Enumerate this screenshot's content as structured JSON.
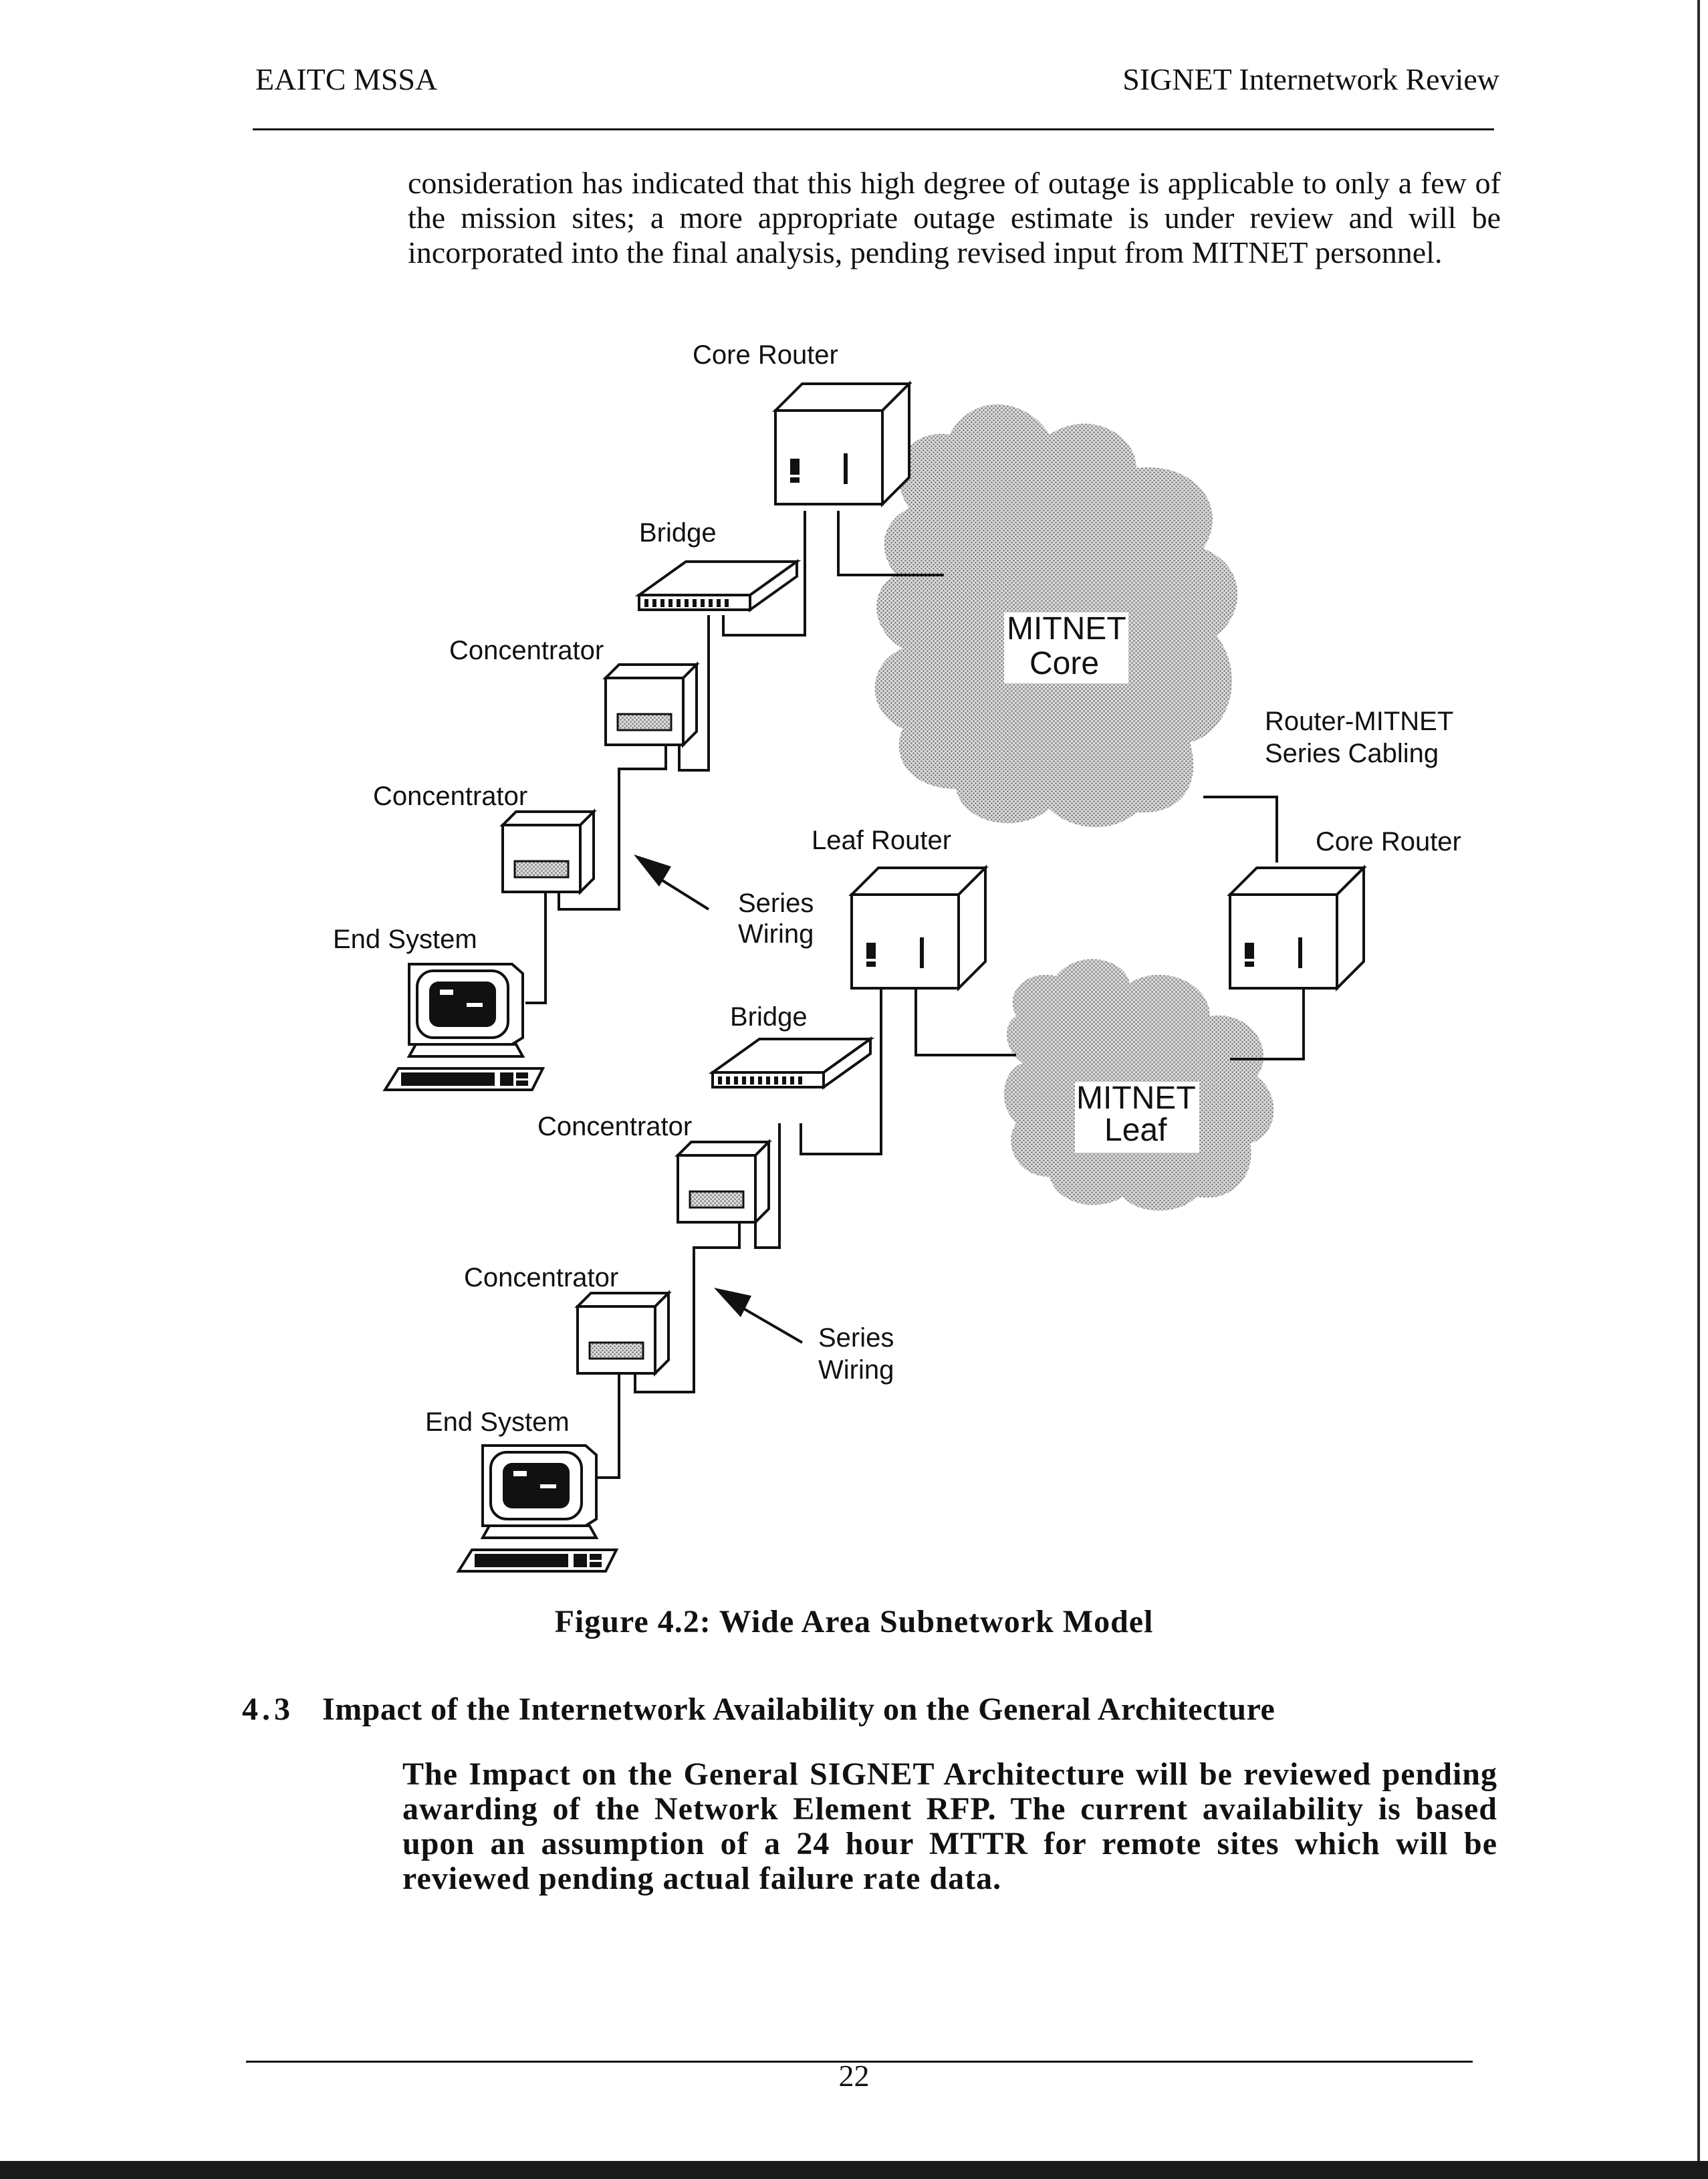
{
  "header": {
    "left": "EAITC MSSA",
    "right": "SIGNET Internetwork Review"
  },
  "intro_paragraph": "consideration has indicated that this high degree of outage is applicable to only a few of the mission sites; a more appropriate outage estimate is under review and will be incorporated into the final analysis, pending revised input from MITNET personnel.",
  "figure": {
    "labels": {
      "core_router_top": "Core Router",
      "bridge_upper": "Bridge",
      "concentrator_1": "Concentrator",
      "concentrator_2": "Concentrator",
      "end_system_upper": "End System",
      "series_wiring_upper_1": "Series",
      "series_wiring_upper_2": "Wiring",
      "mitnet_core_1": "MITNET",
      "mitnet_core_2": "Core",
      "router_mitnet_cabling_1": "Router-MITNET",
      "router_mitnet_cabling_2": "Series Cabling",
      "leaf_router": "Leaf Router",
      "core_router_right": "Core Router",
      "bridge_lower": "Bridge",
      "concentrator_3": "Concentrator",
      "concentrator_4": "Concentrator",
      "mitnet_leaf_1": "MITNET",
      "mitnet_leaf_2": "Leaf",
      "series_wiring_lower_1": "Series",
      "series_wiring_lower_2": "Wiring",
      "end_system_lower": "End System"
    },
    "caption": "Figure 4.2: Wide Area Subnetwork Model"
  },
  "section": {
    "number": "4.3",
    "title": "Impact of the Internetwork Availability on the General Architecture",
    "body": "The Impact on the General SIGNET Architecture will be reviewed pending awarding of the Network Element RFP.  The current availability is based upon an assumption of a 24 hour MTTR for remote sites which will be reviewed pending actual failure rate data."
  },
  "page_number": "22"
}
